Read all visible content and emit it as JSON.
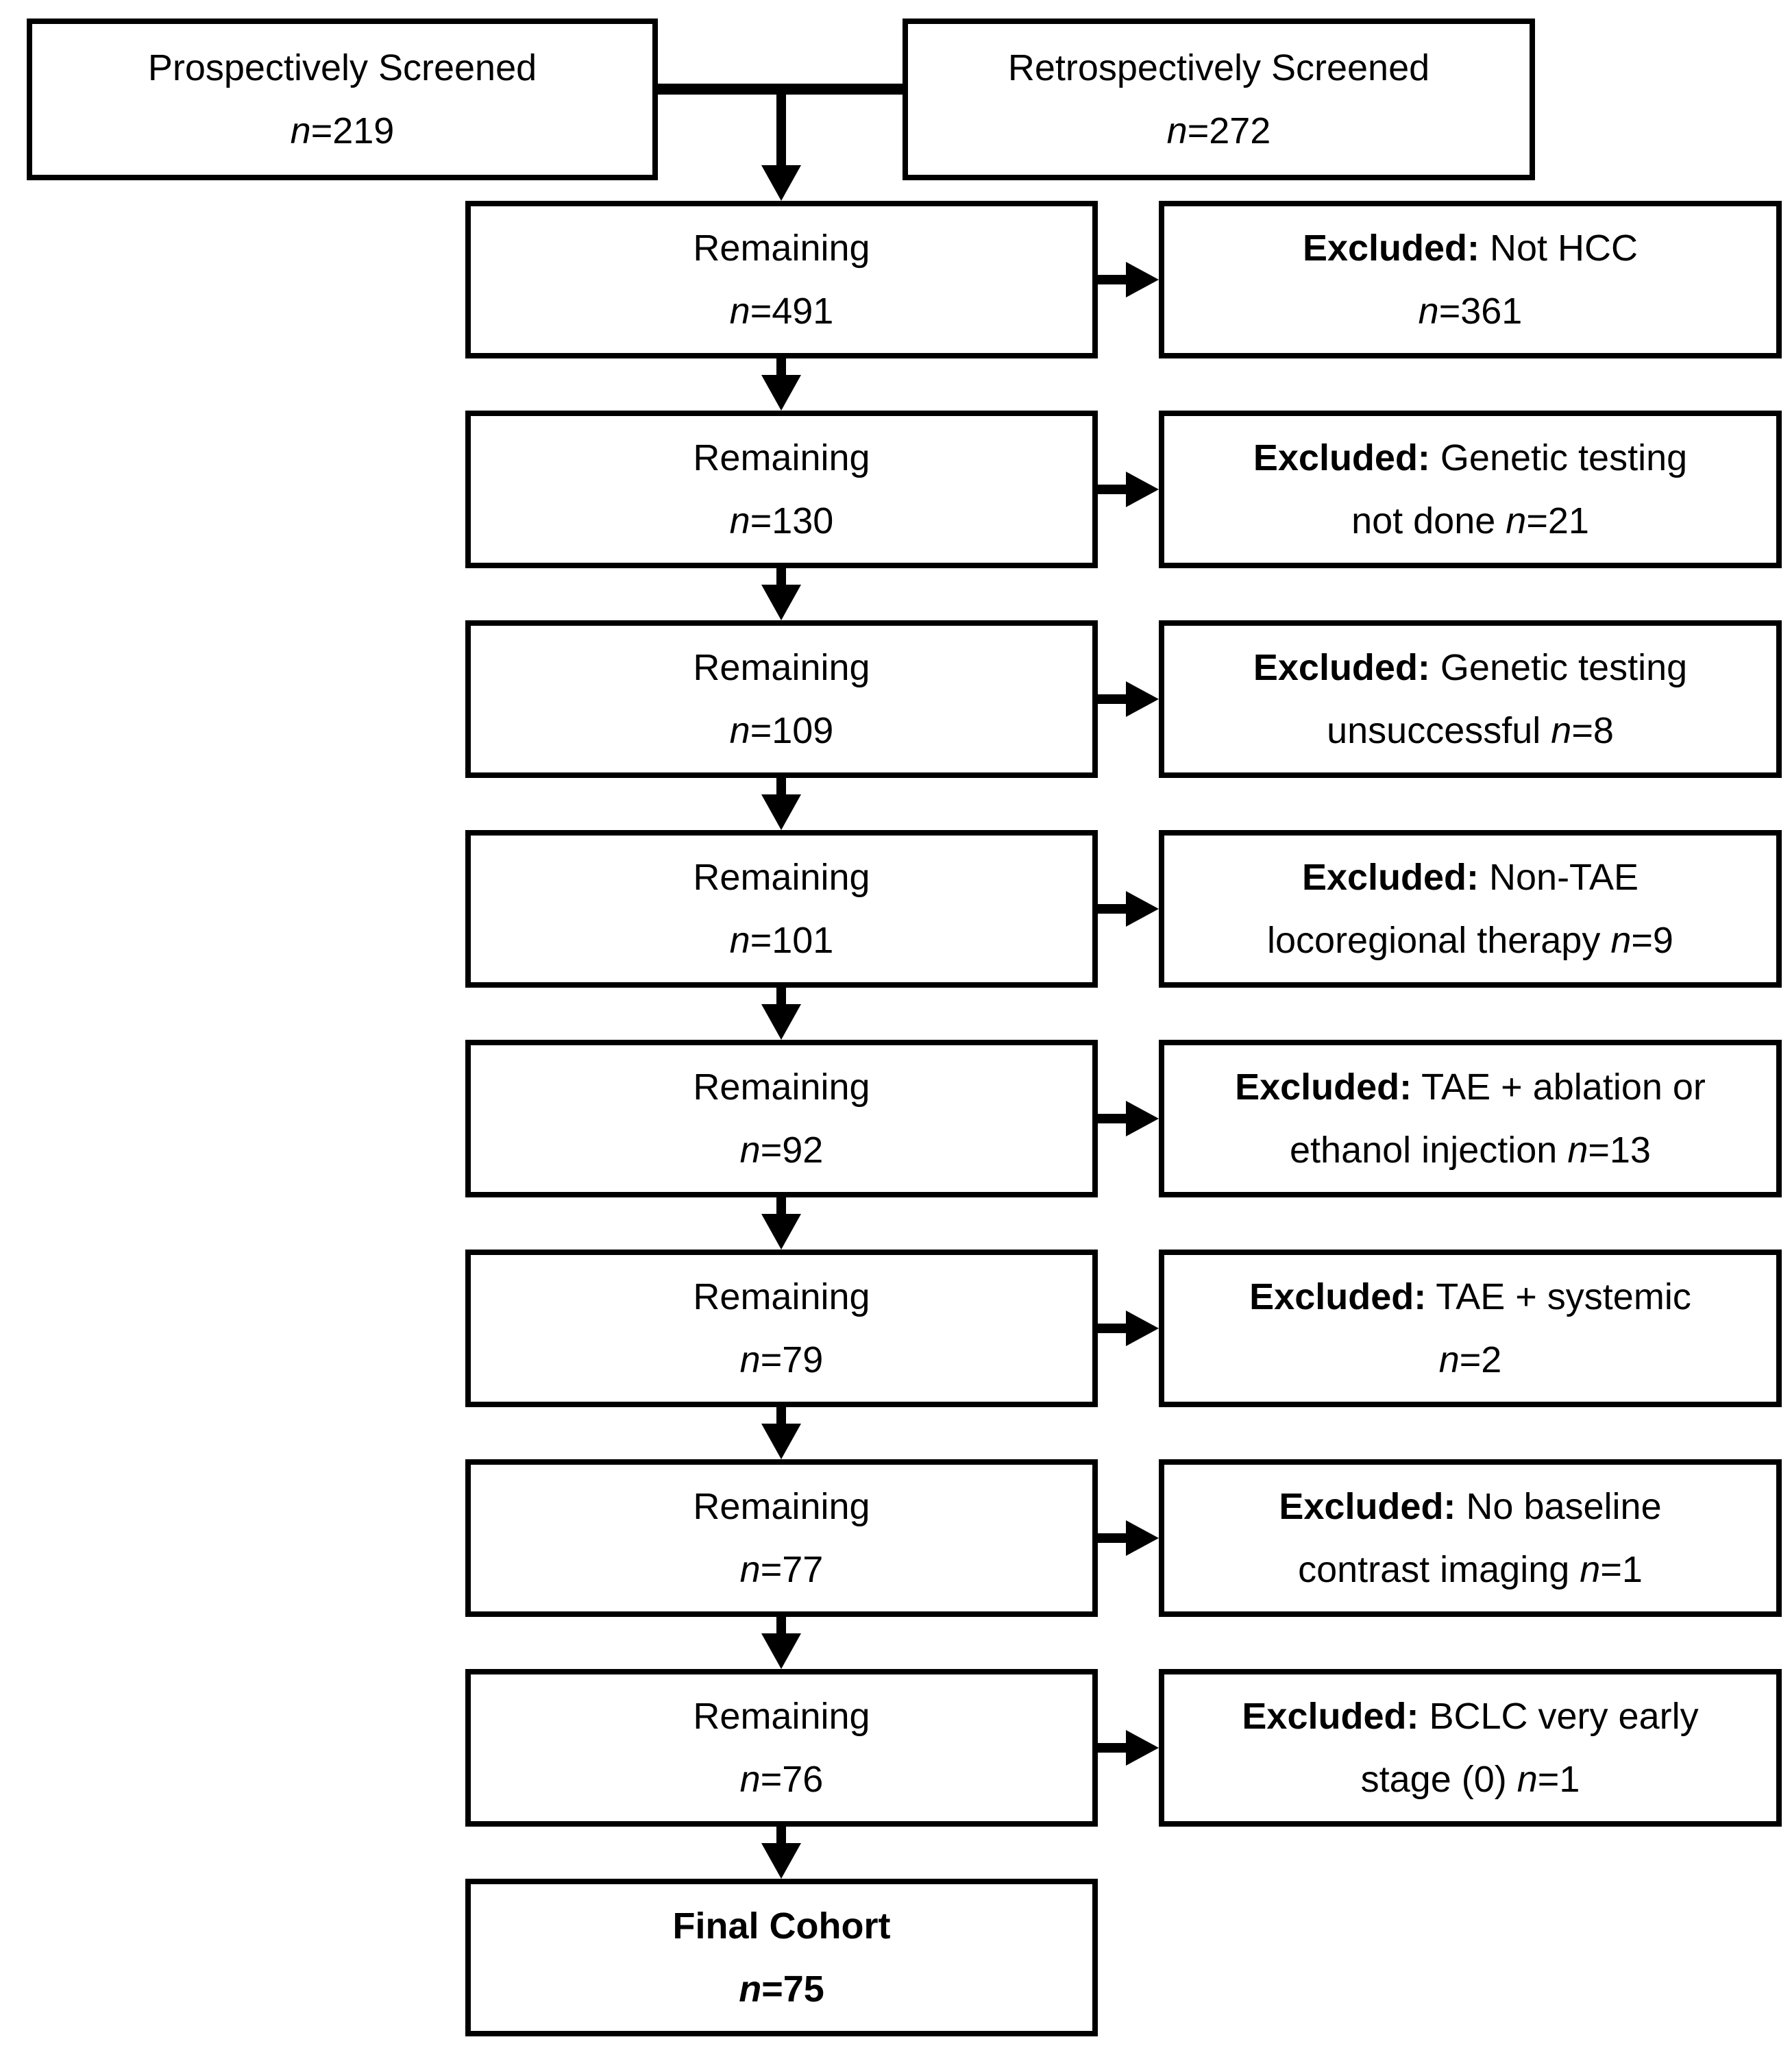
{
  "top_left": {
    "label": "Prospectively Screened",
    "n": "n",
    "value": "=219"
  },
  "top_right": {
    "label": "Retrospectively Screened",
    "n": "n",
    "value": "=272"
  },
  "rows": [
    {
      "remaining": {
        "label": "Remaining",
        "n": "n",
        "value": "=491"
      },
      "excluded": {
        "bold": "Excluded:",
        "line1": " Not HCC",
        "line2_pre": "",
        "n": "n",
        "value": "=361"
      }
    },
    {
      "remaining": {
        "label": "Remaining",
        "n": "n",
        "value": "=130"
      },
      "excluded": {
        "bold": "Excluded:",
        "line1": " Genetic testing",
        "line2_pre": "not done ",
        "n": "n",
        "value": "=21"
      }
    },
    {
      "remaining": {
        "label": "Remaining",
        "n": "n",
        "value": "=109"
      },
      "excluded": {
        "bold": "Excluded:",
        "line1": " Genetic testing",
        "line2_pre": "unsuccessful ",
        "n": "n",
        "value": "=8"
      }
    },
    {
      "remaining": {
        "label": "Remaining",
        "n": "n",
        "value": "=101"
      },
      "excluded": {
        "bold": "Excluded:",
        "line1": " Non-TAE",
        "line2_pre": "locoregional therapy ",
        "n": "n",
        "value": "=9"
      }
    },
    {
      "remaining": {
        "label": "Remaining",
        "n": "n",
        "value": "=92"
      },
      "excluded": {
        "bold": "Excluded:",
        "line1": " TAE + ablation or",
        "line2_pre": "ethanol injection ",
        "n": "n",
        "value": "=13"
      }
    },
    {
      "remaining": {
        "label": "Remaining",
        "n": "n",
        "value": "=79"
      },
      "excluded": {
        "bold": "Excluded:",
        "line1": " TAE + systemic",
        "line2_pre": "",
        "n": "n",
        "value": "=2"
      }
    },
    {
      "remaining": {
        "label": "Remaining",
        "n": "n",
        "value": "=77"
      },
      "excluded": {
        "bold": "Excluded:",
        "line1": " No baseline",
        "line2_pre": "contrast imaging ",
        "n": "n",
        "value": "=1"
      }
    },
    {
      "remaining": {
        "label": "Remaining",
        "n": "n",
        "value": "=76"
      },
      "excluded": {
        "bold": "Excluded:",
        "line1": " BCLC very early",
        "line2_pre": "stage (0) ",
        "n": "n",
        "value": "=1"
      }
    }
  ],
  "final": {
    "label": "Final Cohort",
    "n": "n",
    "value": "=75"
  },
  "colors": {
    "line": "#000000",
    "background": "#ffffff",
    "text": "#000000"
  }
}
